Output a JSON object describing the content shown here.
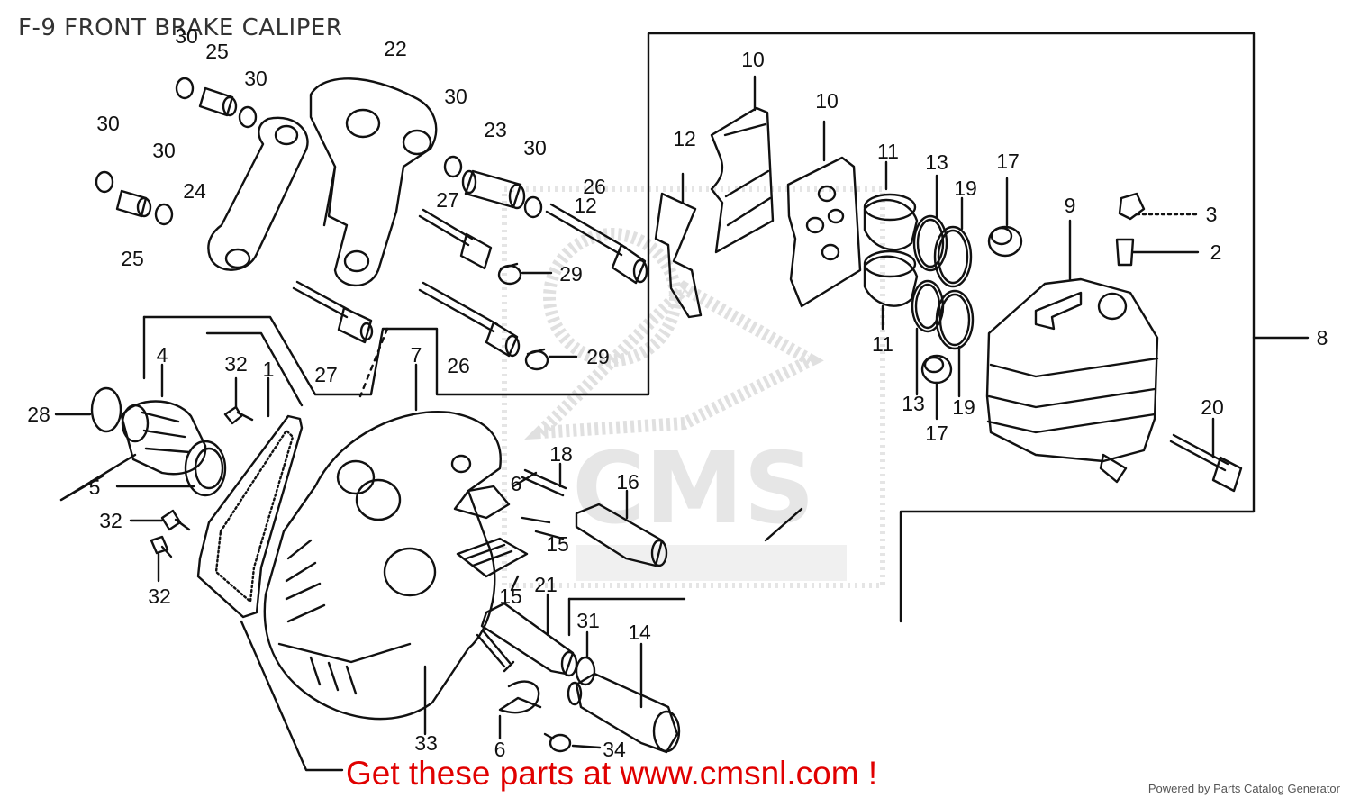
{
  "diagram": {
    "title": "F-9 FRONT BRAKE CALIPER",
    "call_to_action": "Get these parts at www.cmsnl.com !",
    "footer": "Powered by Parts Catalog Generator",
    "watermark_lettering": "CMS",
    "colors": {
      "line": "#111111",
      "cta": "#e00000",
      "watermark": "#bdbdbd",
      "title": "#333333"
    },
    "callouts": [
      "30",
      "25",
      "30",
      "22",
      "30",
      "30",
      "30",
      "24",
      "25",
      "23",
      "30",
      "26",
      "27",
      "29",
      "12",
      "10",
      "10",
      "11",
      "13",
      "19",
      "17",
      "9",
      "3",
      "2",
      "8",
      "27",
      "26",
      "29",
      "11",
      "13",
      "19",
      "17",
      "20",
      "4",
      "32",
      "1",
      "7",
      "28",
      "5",
      "32",
      "32",
      "18",
      "16",
      "15",
      "15",
      "21",
      "31",
      "14",
      "33",
      "6",
      "34",
      "6",
      "12"
    ]
  }
}
